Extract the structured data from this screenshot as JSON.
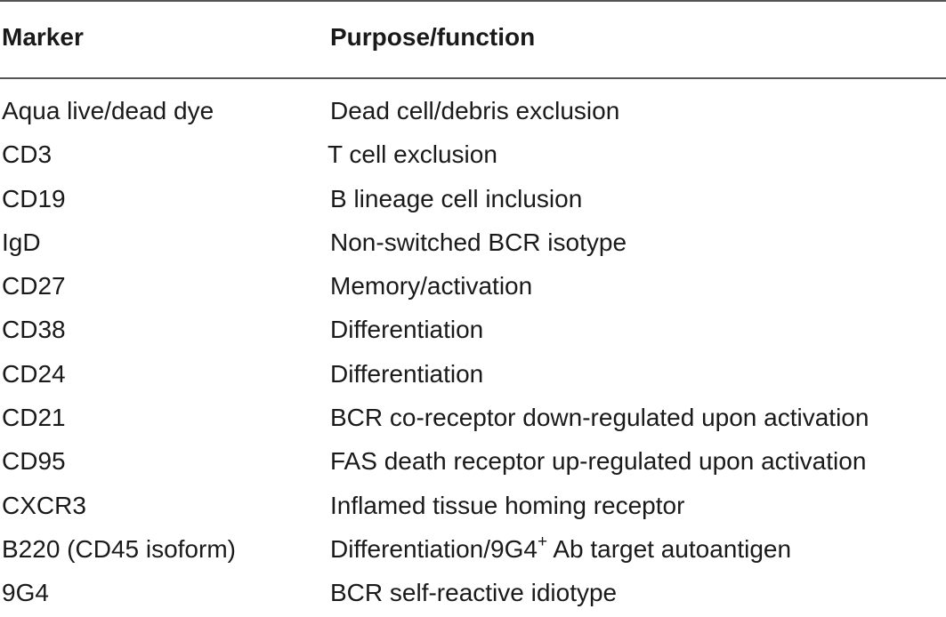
{
  "table": {
    "header": {
      "marker": "Marker",
      "purpose": "Purpose/function"
    },
    "rows": [
      {
        "marker": "Aqua live/dead dye",
        "purpose": "Dead cell/debris exclusion"
      },
      {
        "marker": "CD3",
        "purpose": "T cell exclusion"
      },
      {
        "marker": "CD19",
        "purpose": "B lineage cell inclusion"
      },
      {
        "marker": "IgD",
        "purpose": "Non-switched BCR isotype"
      },
      {
        "marker": "CD27",
        "purpose": "Memory/activation"
      },
      {
        "marker": "CD38",
        "purpose": "Differentiation"
      },
      {
        "marker": "CD24",
        "purpose": "Differentiation"
      },
      {
        "marker": "CD21",
        "purpose": "BCR co-receptor down-regulated upon activation"
      },
      {
        "marker": "CD95",
        "purpose": "FAS death receptor up-regulated upon activation"
      },
      {
        "marker": "CXCR3",
        "purpose": "Inflamed tissue homing receptor"
      },
      {
        "marker": "B220 (CD45 isoform)",
        "purpose_pre": "Differentiation/9G4",
        "purpose_sup": "+",
        "purpose_post": " Ab target autoantigen"
      },
      {
        "marker": "9G4",
        "purpose": "BCR self-reactive idiotype"
      }
    ]
  }
}
